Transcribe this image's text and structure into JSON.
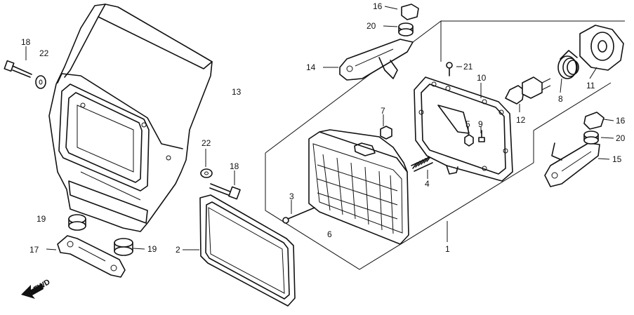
{
  "diagram": {
    "callouts": [
      {
        "id": "c1",
        "text": "1"
      },
      {
        "id": "c2",
        "text": "2"
      },
      {
        "id": "c3",
        "text": "3"
      },
      {
        "id": "c4",
        "text": "4"
      },
      {
        "id": "c5",
        "text": "5"
      },
      {
        "id": "c6",
        "text": "6"
      },
      {
        "id": "c7",
        "text": "7"
      },
      {
        "id": "c8",
        "text": "8"
      },
      {
        "id": "c9",
        "text": "9"
      },
      {
        "id": "c10",
        "text": "10"
      },
      {
        "id": "c11",
        "text": "11"
      },
      {
        "id": "c12",
        "text": "12"
      },
      {
        "id": "c13",
        "text": "13"
      },
      {
        "id": "c14",
        "text": "14"
      },
      {
        "id": "c15",
        "text": "15"
      },
      {
        "id": "c16a",
        "text": "16"
      },
      {
        "id": "c16b",
        "text": "16"
      },
      {
        "id": "c17",
        "text": "17"
      },
      {
        "id": "c18a",
        "text": "18"
      },
      {
        "id": "c18b",
        "text": "18"
      },
      {
        "id": "c19a",
        "text": "19"
      },
      {
        "id": "c19b",
        "text": "19"
      },
      {
        "id": "c20a",
        "text": "20"
      },
      {
        "id": "c20b",
        "text": "20"
      },
      {
        "id": "c21",
        "text": "21"
      },
      {
        "id": "c22a",
        "text": "22"
      },
      {
        "id": "c22b",
        "text": "22"
      }
    ],
    "fwd_label": "FWD"
  }
}
